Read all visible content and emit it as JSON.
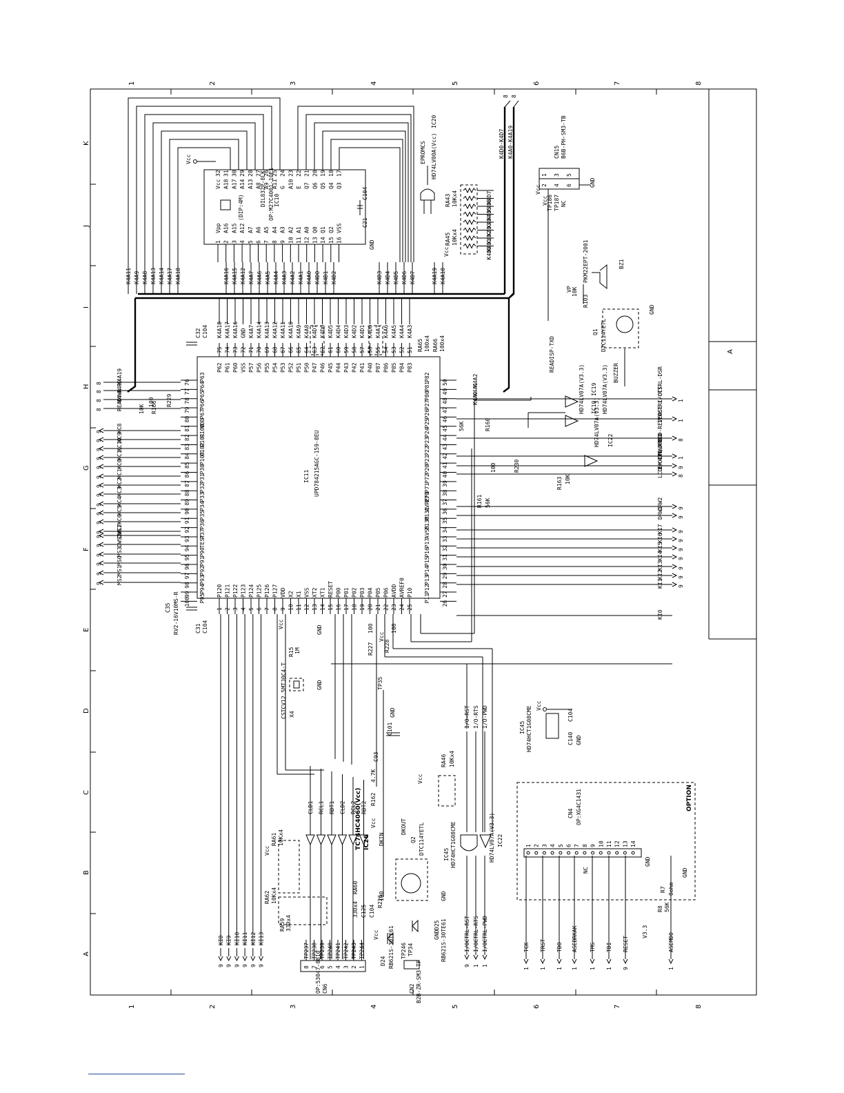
{
  "frame": {
    "zone_numbers": [
      "1",
      "2",
      "3",
      "4",
      "5",
      "6",
      "7",
      "8"
    ],
    "zone_letters": [
      "A",
      "B",
      "C",
      "D",
      "E",
      "F",
      "G",
      "H",
      "I",
      "J",
      "K"
    ],
    "side_marker": "A"
  },
  "ic11": {
    "ref": "IC11",
    "part": "UPD784215AGC-159-8EU",
    "top_pins": [
      {
        "name": "P63",
        "num": "76"
      },
      {
        "name": "P64",
        "num": "77"
      },
      {
        "name": "P65",
        "num": "78"
      },
      {
        "name": "P66",
        "num": "79"
      },
      {
        "name": "P67",
        "num": "80"
      },
      {
        "name": "VDD",
        "num": "81"
      },
      {
        "name": "P100",
        "num": "82"
      },
      {
        "name": "P101",
        "num": "83"
      },
      {
        "name": "P102",
        "num": "84"
      },
      {
        "name": "P103",
        "num": "85"
      },
      {
        "name": "P30",
        "num": "86"
      },
      {
        "name": "P31",
        "num": "87"
      },
      {
        "name": "P32",
        "num": "88"
      },
      {
        "name": "P33",
        "num": "89"
      },
      {
        "name": "P34",
        "num": "90"
      },
      {
        "name": "P35",
        "num": "91"
      },
      {
        "name": "P36",
        "num": "92"
      },
      {
        "name": "P37",
        "num": "93"
      },
      {
        "name": "TEST",
        "num": "94"
      },
      {
        "name": "P90",
        "num": "95"
      },
      {
        "name": "P91",
        "num": "96"
      },
      {
        "name": "P92",
        "num": "97"
      },
      {
        "name": "P93",
        "num": "98"
      },
      {
        "name": "P94",
        "num": "99"
      },
      {
        "name": "P95",
        "num": "100"
      }
    ],
    "bottom_pins": [
      {
        "name": "P82",
        "num": "50"
      },
      {
        "name": "P81",
        "num": "49"
      },
      {
        "name": "P80",
        "num": "48"
      },
      {
        "name": "P27",
        "num": "47"
      },
      {
        "name": "P26",
        "num": "46"
      },
      {
        "name": "P25",
        "num": "45"
      },
      {
        "name": "P24",
        "num": "44"
      },
      {
        "name": "P23",
        "num": "43"
      },
      {
        "name": "P22",
        "num": "42"
      },
      {
        "name": "P21",
        "num": "41"
      },
      {
        "name": "P20",
        "num": "40"
      },
      {
        "name": "P72",
        "num": "39"
      },
      {
        "name": "P71",
        "num": "38"
      },
      {
        "name": "P70",
        "num": "37"
      },
      {
        "name": "AVREF1",
        "num": "36"
      },
      {
        "name": "P131",
        "num": "35"
      },
      {
        "name": "P130",
        "num": "34"
      },
      {
        "name": "AVSS",
        "num": "33"
      },
      {
        "name": "P17",
        "num": "32"
      },
      {
        "name": "P16",
        "num": "31"
      },
      {
        "name": "P15",
        "num": "30"
      },
      {
        "name": "P14",
        "num": "29"
      },
      {
        "name": "P13",
        "num": "28"
      },
      {
        "name": "P12",
        "num": "27"
      },
      {
        "name": "P11",
        "num": "26"
      }
    ],
    "left_pins": [
      {
        "name": "P62",
        "num": "75"
      },
      {
        "name": "P61",
        "num": "74"
      },
      {
        "name": "P60",
        "num": "73"
      },
      {
        "name": "VSS",
        "num": "72"
      },
      {
        "name": "P57",
        "num": "71"
      },
      {
        "name": "P56",
        "num": "70"
      },
      {
        "name": "P55",
        "num": "69"
      },
      {
        "name": "P54",
        "num": "68"
      },
      {
        "name": "P53",
        "num": "67"
      },
      {
        "name": "P52",
        "num": "66"
      },
      {
        "name": "P51",
        "num": "65"
      },
      {
        "name": "P50",
        "num": "64"
      },
      {
        "name": "P47",
        "num": "63"
      },
      {
        "name": "P46",
        "num": "62"
      },
      {
        "name": "P45",
        "num": "61"
      },
      {
        "name": "P44",
        "num": "60"
      },
      {
        "name": "P43",
        "num": "59"
      },
      {
        "name": "P42",
        "num": "58"
      },
      {
        "name": "P41",
        "num": "57"
      },
      {
        "name": "P40",
        "num": "56"
      },
      {
        "name": "P87",
        "num": "55"
      },
      {
        "name": "P86",
        "num": "54"
      },
      {
        "name": "P85",
        "num": "53"
      },
      {
        "name": "P84",
        "num": "52"
      },
      {
        "name": "P83",
        "num": "51"
      }
    ],
    "right_pins": [
      {
        "name": "P120",
        "num": "1"
      },
      {
        "name": "P121",
        "num": "2"
      },
      {
        "name": "P122",
        "num": "3"
      },
      {
        "name": "P123",
        "num": "4"
      },
      {
        "name": "P124",
        "num": "5"
      },
      {
        "name": "P125",
        "num": "6"
      },
      {
        "name": "P126",
        "num": "7"
      },
      {
        "name": "P127",
        "num": "8"
      },
      {
        "name": "VDD",
        "num": "9"
      },
      {
        "name": "X2",
        "num": "10"
      },
      {
        "name": "X1",
        "num": "11"
      },
      {
        "name": "VSS",
        "num": "12"
      },
      {
        "name": "XT2",
        "num": "13"
      },
      {
        "name": "XT1",
        "num": "14"
      },
      {
        "name": "RESET",
        "num": "15"
      },
      {
        "name": "P00",
        "num": "16"
      },
      {
        "name": "P01",
        "num": "17"
      },
      {
        "name": "P02",
        "num": "18"
      },
      {
        "name": "P03",
        "num": "19"
      },
      {
        "name": "P04",
        "num": "20"
      },
      {
        "name": "P05",
        "num": "21"
      },
      {
        "name": "P06",
        "num": "22"
      },
      {
        "name": "AVDD",
        "num": "23"
      },
      {
        "name": "AVREF0",
        "num": "24"
      },
      {
        "name": "P10",
        "num": "25"
      }
    ],
    "left_nets": [
      "K4A18",
      "K4A17",
      "K4A16",
      "GND",
      "K4A7",
      "K4A14",
      "K4A13",
      "K4A12",
      "K4A11",
      "K4A10",
      "K4A9",
      "K4A8",
      "K4D7",
      "K4D6",
      "K4D5",
      "K4D4",
      "K4D3",
      "K4D2",
      "K4D1",
      "K4D0",
      "K4A7",
      "K4A6",
      "K4A5",
      "K4A4",
      "K4A3"
    ],
    "left_bus_nets": [
      "K4A16",
      "K4A15",
      "K4A12",
      "K4A7",
      "K4A6",
      "K4A5",
      "K4A4",
      "K4A3",
      "K4A2",
      "K4A1",
      "K4A0",
      "K4D0",
      "K4D1",
      "K4D2",
      "K4D3",
      "K4D4",
      "K4D5",
      "K4D6",
      "K4D7",
      "K4A19",
      "K4A10"
    ],
    "top_nets": [
      "K4A19",
      "K4RD",
      "K4WR",
      "READY",
      "",
      "",
      "",
      "",
      "KC8",
      "KC9",
      "KC10",
      "KC11",
      "KC0",
      "KC1",
      "KC2",
      "KC3",
      "KC4",
      "KC5",
      "KC6",
      "KC7",
      "",
      "DWS1",
      "DWS2",
      "MS3",
      "MS0",
      "MS1",
      "MS2"
    ],
    "bottom_nets": [
      "K4A2",
      "K4A1",
      "K4A0",
      "I/OCTRL-DSR",
      "I/OCTRL-CTS",
      "",
      "",
      "LCD-REVERSE",
      "",
      "I/O-RXD",
      "I/OCTRL-TXD",
      "LCDBK-ON/OFF",
      "",
      "",
      "",
      "DRW2",
      "DRW1",
      "",
      "KI7",
      "KI6",
      "KI5",
      "KI4",
      "KI3",
      "KI2",
      "KI1"
    ],
    "sheet_refs": [
      "8",
      "9",
      "1"
    ]
  },
  "ic10": {
    "ref": "IC10",
    "package": "DIL832P-8LK",
    "part": "OP:M27C4001-10F1",
    "dip": "(DIP:4M)",
    "left_pins": [
      {
        "name": "Vpp",
        "num": "1"
      },
      {
        "name": "A16",
        "num": "2"
      },
      {
        "name": "A15",
        "num": "3"
      },
      {
        "name": "A12",
        "num": "4"
      },
      {
        "name": "A7",
        "num": "5"
      },
      {
        "name": "A6",
        "num": "6"
      },
      {
        "name": "A5",
        "num": "7"
      },
      {
        "name": "A4",
        "num": "8"
      },
      {
        "name": "A3",
        "num": "9"
      },
      {
        "name": "A2",
        "num": "10"
      },
      {
        "name": "A1",
        "num": "11"
      },
      {
        "name": "A0",
        "num": "12"
      },
      {
        "name": "Q0",
        "num": "13"
      },
      {
        "name": "Q1",
        "num": "14"
      },
      {
        "name": "Q2",
        "num": "15"
      },
      {
        "name": "VSS",
        "num": "16"
      }
    ],
    "right_pins": [
      {
        "name": "Vcc",
        "num": "32"
      },
      {
        "name": "A18",
        "num": "31"
      },
      {
        "name": "A17",
        "num": "30"
      },
      {
        "name": "A14",
        "num": "29"
      },
      {
        "name": "A13",
        "num": "28"
      },
      {
        "name": "A8",
        "num": "27"
      },
      {
        "name": "A9",
        "num": "26"
      },
      {
        "name": "A11",
        "num": "25"
      },
      {
        "name": "G",
        "num": "24"
      },
      {
        "name": "A10",
        "num": "23"
      },
      {
        "name": "E",
        "num": "22"
      },
      {
        "name": "Q7",
        "num": "21"
      },
      {
        "name": "Q6",
        "num": "20"
      },
      {
        "name": "Q5",
        "num": "19"
      },
      {
        "name": "Q4",
        "num": "18"
      },
      {
        "name": "Q3",
        "num": "17"
      }
    ],
    "bus_labels": [
      "K4A11",
      "K4A9",
      "K4A8",
      "K4A13",
      "K4A14",
      "K4A17",
      "K4A18",
      "K4A16",
      "K4A15",
      "K4A12",
      "K4A7",
      "K4A6",
      "K4A5",
      "K4A4",
      "K4A3",
      "K4A2",
      "K4A1",
      "K4A0",
      "K4D0",
      "K4D1",
      "K4D2",
      "K4D3",
      "K4D4",
      "K4D5",
      "K4D6",
      "K4D7",
      "K4A19",
      "K4A10"
    ],
    "caps": [
      "C21",
      "C104"
    ]
  },
  "ic20": {
    "ref": "IC20",
    "part": "HD74LV00A(Vcc)",
    "net": "EPROMCS"
  },
  "bus_out": {
    "top": "K4D0-K4D7",
    "bottom": "K4A0-K4A19",
    "ref": "8"
  },
  "resistor_arrays": [
    {
      "ref": "RA43",
      "value": "10Kx4",
      "nets": [
        "K4D7",
        "K4D6",
        "K4D5",
        "K4D4"
      ]
    },
    {
      "ref": "RA45",
      "value": "10Kx4",
      "nets": [
        "K4D3",
        "K4D2",
        "K4D1",
        "K4D0"
      ]
    },
    {
      "ref": "RA65",
      "value": "100x4"
    },
    {
      "ref": "RA66",
      "value": "100x4"
    }
  ],
  "cn15": {
    "ref": "CN15",
    "part": "B6B-PH-SM3-TB",
    "pins": [
      "1",
      "2",
      "3",
      "4",
      "5",
      "6"
    ],
    "labels": [
      "TP186",
      "TP187",
      "NC",
      "GND",
      "Vcc",
      "Vcc"
    ]
  },
  "buzzer": {
    "bz": "BZ1",
    "part": "PKM22EPT-2001",
    "r": "R103",
    "rv": "10K",
    "vp": "VP",
    "q": "Q1",
    "qpart": "DTC114YETL",
    "net": "BUZZER",
    "ref": "IC19"
  },
  "side_nets": [
    "READISP-TXD",
    "HD74LV07A(V3.3)",
    "IC19",
    "HD74LV07A(V3.3)",
    "IC19",
    "HD74LV07A(V3.3)",
    "IC22"
  ],
  "passives": {
    "r166": "R166",
    "r166v": "10K",
    "r229": "R229",
    "r229v": "100",
    "r160": "R160",
    "r160v": "56K",
    "r230": "R230",
    "r230v": "100",
    "r161": "R161",
    "r161v": "56K",
    "r163": "R163",
    "r163v": "10K",
    "c32": "C32",
    "c32v": "C104",
    "c35": "C35",
    "c35v": "RV2-16V10MS-R",
    "c31": "C31",
    "c31v": "C104",
    "r15": "R15",
    "r15v": "1M",
    "x4": "X4",
    "x4p": "CSTCV12.5MTJ0C4-T",
    "r227": "R227",
    "r227v": "100",
    "r228": "R228",
    "r228v": "100",
    "tp35": "TP35",
    "c101": "C101",
    "c93": "C93",
    "r162": "R162",
    "r162v": "4.7K",
    "ra46": "RA46",
    "ra46v": "10Kx4"
  },
  "ic26": {
    "ref": "IC26",
    "part": "TC74HC4060(Vcc)",
    "nets": [
      "CLD1",
      "RCL1",
      "RDT1",
      "CLD2",
      "RCL2",
      "RDT2"
    ]
  },
  "ic45": {
    "ref": "IC45",
    "part": "HD74HCT1G08CME",
    "ref2": "IC45",
    "part2": "HD74HCT1G08CME",
    "c": "C140",
    "cv": "C104"
  },
  "ic22": {
    "ref": "IC22",
    "part": "HD74LV07A(V3.3)"
  },
  "q2": {
    "ref": "Q2",
    "part": "DTC114YETL",
    "net1": "DKOUT",
    "net2": "DKIN"
  },
  "io_nets": [
    "I/O-RST",
    "I/O-RTS",
    "I/O-PWD"
  ],
  "cn6": {
    "ref": "CN6",
    "part": "OP:53047-0810",
    "pins": [
      "8",
      "7",
      "6",
      "5",
      "4",
      "3",
      "2",
      "1"
    ],
    "tps": [
      "TP237",
      "TP238",
      "TP239",
      "TP240",
      "TP241",
      "TP242",
      "TP243",
      "TP244"
    ]
  },
  "ra61": {
    "ref": "RA61",
    "value": "10Kx4"
  },
  "ra62": {
    "ref": "RA62",
    "value": "10Kx4"
  },
  "ra59": {
    "ref": "RA59",
    "value": "330x4"
  },
  "ra60": {
    "ref": "RA60",
    "value": "330x4"
  },
  "caps_lower": {
    "c125": "C125",
    "c104": "C104"
  },
  "ki_nets": [
    "KI8",
    "KI9",
    "KI10",
    "KI11",
    "KI12",
    "KI13"
  ],
  "cn2": {
    "ref": "CN2",
    "part": "B2B-ZR-SM3-TF",
    "tps": [
      "TP246",
      "TP34"
    ]
  },
  "diodes": {
    "d24": "D24",
    "d24p": "RB621S-30TE61",
    "d25": "D25",
    "d25p": "RB621S-30TE61",
    "r226": "R226",
    "r226v": "100"
  },
  "ctrl_nets": [
    "I/OCTRL-RST",
    "I/OCTRL-RTS",
    "I/OCTRL-PWD"
  ],
  "cn4": {
    "ref": "CN4",
    "part": "OP:XG4C1431",
    "pins": [
      "1",
      "2",
      "3",
      "4",
      "5",
      "6",
      "7",
      "8",
      "9",
      "10",
      "11",
      "12",
      "13",
      "14"
    ],
    "option": "OPTION",
    "nc": "NC"
  },
  "jtag": [
    "TCK",
    "TRST",
    "TDO",
    "ASEBRKAK",
    "TMS",
    "TDI",
    "RESET",
    "ASEMD0"
  ],
  "r7": {
    "ref": "R7",
    "value": "0ohm"
  },
  "r8": {
    "ref": "R8",
    "value": "56K"
  },
  "v33": "V3.3",
  "vcc": "Vcc",
  "gnd": "GND"
}
